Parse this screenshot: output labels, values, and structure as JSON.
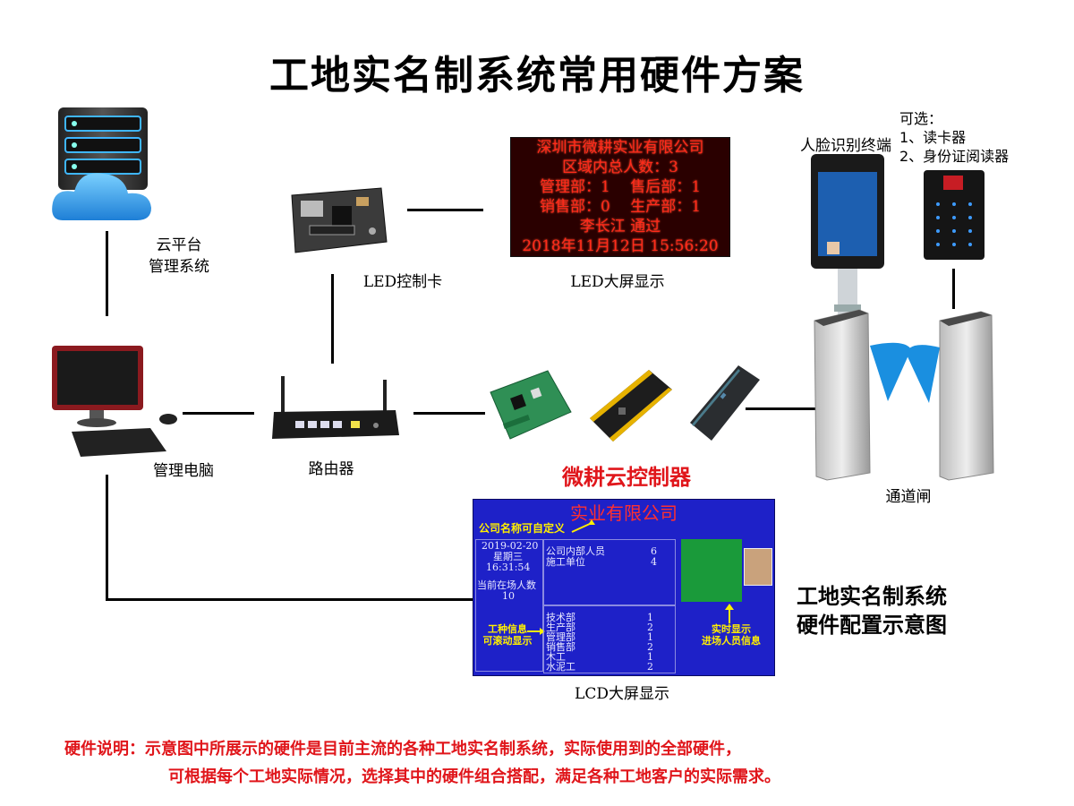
{
  "title": "工地实名制系统常用硬件方案",
  "devices": {
    "cloud_platform": "云平台\n管理系统",
    "led_card": "LED控制卡",
    "led_screen_label": "LED大屏显示",
    "management_pc": "管理电脑",
    "router": "路由器",
    "cloud_controller": "微耕云控制器",
    "face_terminal": "人脸识别终端",
    "optional": "可选：\n1、读卡器\n2、身份证阅读器",
    "turnstile": "通道闸",
    "lcd_label": "LCD大屏显示"
  },
  "led_screen": {
    "lines": [
      "深圳市微耕实业有限公司",
      "区域内总人数：3",
      "管理部：1　 售后部：1",
      "销售部：0　 生产部：1",
      "李长江  通过",
      "2018年11月12日  15:56:20"
    ]
  },
  "lcd_screen": {
    "header": "实业有限公司",
    "ann_company": "公司名称可自定义",
    "date": "2019-02-20",
    "weekday": "星期三",
    "time": "16:31:54",
    "onsite_label": "当前在场人数",
    "onsite_count": "10",
    "ann_worktype": "工种信息\n可滚动显示",
    "ann_realtime": "实时显示\n进场人员信息",
    "top_rows": [
      {
        "name": "公司内部人员",
        "count": "6"
      },
      {
        "name": "施工单位",
        "count": "4"
      }
    ],
    "bottom_rows": [
      {
        "name": "技术部",
        "count": "1"
      },
      {
        "name": "生产部",
        "count": "2"
      },
      {
        "name": "管理部",
        "count": "1"
      },
      {
        "name": "销售部",
        "count": "2"
      },
      {
        "name": "木工",
        "count": "1"
      },
      {
        "name": "水泥工",
        "count": "2"
      }
    ]
  },
  "diagram_caption": "工地实名制系统\n硬件配置示意图",
  "footer": {
    "line1": "硬件说明：示意图中所展示的硬件是目前主流的各种工地实名制系统，实际使用到的全部硬件，",
    "line2": "可根据每个工地实际情况，选择其中的硬件组合搭配，满足各种工地客户的实际需求。"
  },
  "colors": {
    "accent_red": "#e0161b",
    "lcd_blue": "#1e21c8",
    "led_red": "#ff2a1a"
  }
}
